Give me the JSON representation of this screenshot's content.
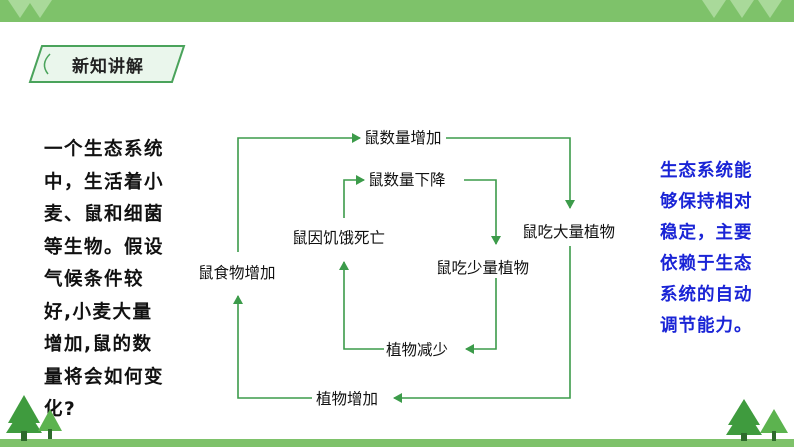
{
  "colors": {
    "accent_green": "#7ec26a",
    "arrow_green": "#3c9b4a",
    "conclusion_blue": "#1a24d6",
    "tab_fill": "#eaf6ec",
    "tab_border": "#4aa35b"
  },
  "header": {
    "section_label": "新知讲解"
  },
  "question": {
    "text": "一个生态系统中，生活着小麦、鼠和细菌等生物。假设气候条件较好,小麦大量增加,鼠的数量将会如何变化?"
  },
  "conclusion": {
    "text": "生态系统能够保持相对稳定，主要依赖于生态系统的自动调节能力。"
  },
  "diagram": {
    "outer_loop": {
      "top": "鼠数量增加",
      "right": "鼠吃大量植物",
      "bottom": "植物增加",
      "left": "鼠食物增加"
    },
    "inner_loop": {
      "top": "鼠数量下降",
      "right": "鼠吃少量植物",
      "bottom": "植物减少",
      "left": "鼠因饥饿死亡"
    }
  },
  "decorations": {
    "icons": [
      "leaf-icon",
      "tree-icon"
    ]
  }
}
